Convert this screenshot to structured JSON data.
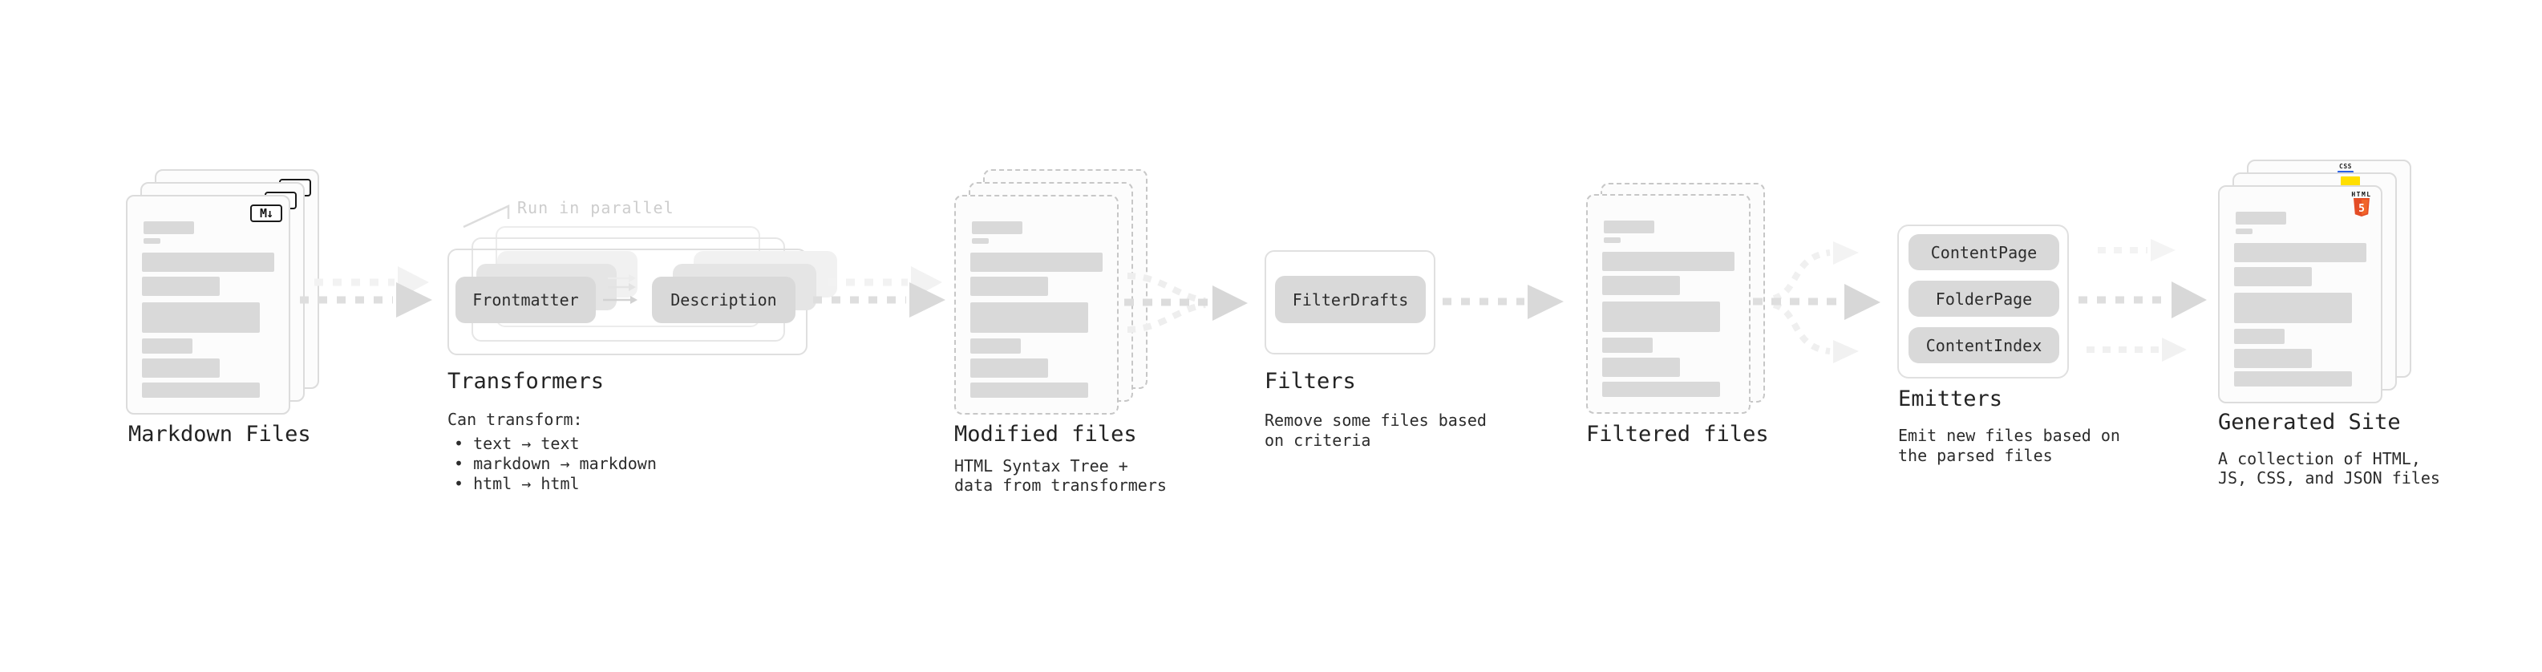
{
  "diagram": {
    "markdown": {
      "label": "Markdown Files"
    },
    "transformers": {
      "label": "Transformers",
      "annotation": "Run in parallel",
      "pill_left": "Frontmatter",
      "pill_right": "Description",
      "desc_title": "Can transform:",
      "bullet1": "• text → text",
      "bullet2": "• markdown → markdown",
      "bullet3": "• html → html"
    },
    "modified": {
      "label": "Modified files",
      "desc1": "HTML Syntax Tree +",
      "desc2": "data from transformers"
    },
    "filters": {
      "label": "Filters",
      "pill": "FilterDrafts",
      "desc1": "Remove some files based",
      "desc2": "on criteria"
    },
    "filtered": {
      "label": "Filtered files"
    },
    "emitters": {
      "label": "Emitters",
      "pill1": "ContentPage",
      "pill2": "FolderPage",
      "pill3": "ContentIndex",
      "desc1": "Emit new files based on",
      "desc2": "the parsed files"
    },
    "generated": {
      "label": "Generated Site",
      "desc1": "A collection of HTML,",
      "desc2": "JS, CSS, and JSON files"
    }
  },
  "icons": {
    "markdown_badge": "M↓",
    "html5_label": "HTML",
    "html5_number": "5",
    "css_label": "CSS"
  },
  "colors": {
    "html_orange": "#e44d26",
    "html_orange_light": "#f16529",
    "js_yellow": "#ffdf00",
    "css_blue": "#2760e6",
    "bar_gray": "#d9d9d9",
    "arrow_gray": "#dedede",
    "arrow_faint": "#f1f1f1",
    "annotation_gray": "#cdcdcd"
  }
}
